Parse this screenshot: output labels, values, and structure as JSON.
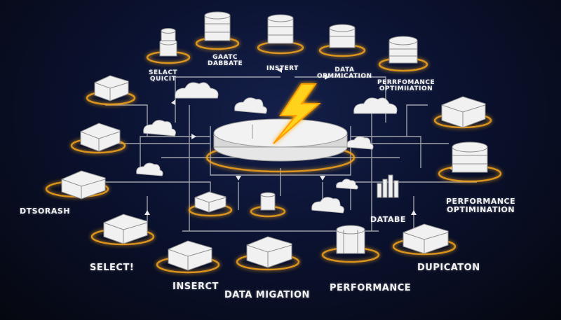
{
  "colors": {
    "background": "#0b1230",
    "line": "#e8e8e8",
    "glow": "#f0a21a",
    "bolt": "#ffd21f"
  },
  "labels": {
    "select_quick": "SELACT\nQUICIT",
    "static_database": "GAATC\nDABBATE",
    "insert_top": "INSTERT",
    "data_optimization": "DATA\nOPMMICATION",
    "performance_optimization_top": "PERRFOMANCE\nOPTIMIIATION",
    "dtsorash": "DTSORASH",
    "database_right": "DATABE",
    "performance_optimization_right": "PERFORMANCE\nOPTIMINATION",
    "select_bottom": "SELECT!",
    "insert_bottom": "INSERCT",
    "data_migation": "DATA MIGATION",
    "performance_bottom": "PERFORMANCE",
    "duplication": "DUPICATON"
  }
}
